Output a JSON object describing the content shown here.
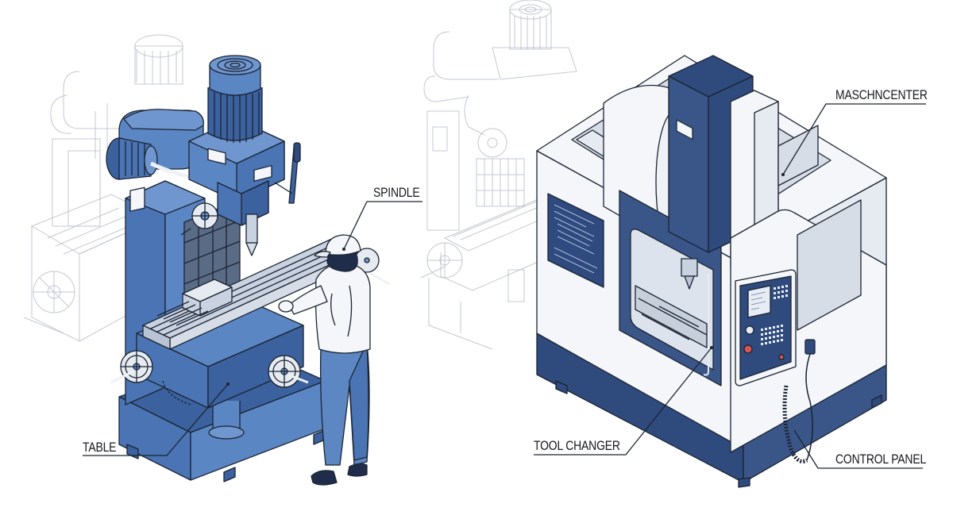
{
  "figure": {
    "description": "Isometric illustration comparing a manual milling machine (with operator) and a CNC machining center",
    "colors": {
      "manual_machine_blue": "#4a74b4",
      "cnc_navy": "#2f4a7c",
      "cnc_body_white": "#f4f6fa",
      "ghost_lines": "#b9c0cc",
      "label_text": "#15171c",
      "emergency_stop_red": "#d9534f"
    }
  },
  "labels": {
    "spindle": "SPINDLE",
    "table": "TABLE",
    "machining_center": "MASCHNCENTER",
    "tool_changer": "TOOL CHANGER",
    "control_panel": "CONTROL PANEL"
  },
  "machines": [
    {
      "name": "manual milling machine",
      "parts": [
        "motor",
        "spindle head",
        "column",
        "table",
        "vise",
        "handwheels",
        "base"
      ],
      "operator": "worker in white cap and shirt"
    },
    {
      "name": "CNC machining center",
      "parts": [
        "enclosure",
        "spindle column",
        "door window",
        "info placard",
        "control panel",
        "pendant cable"
      ]
    }
  ]
}
